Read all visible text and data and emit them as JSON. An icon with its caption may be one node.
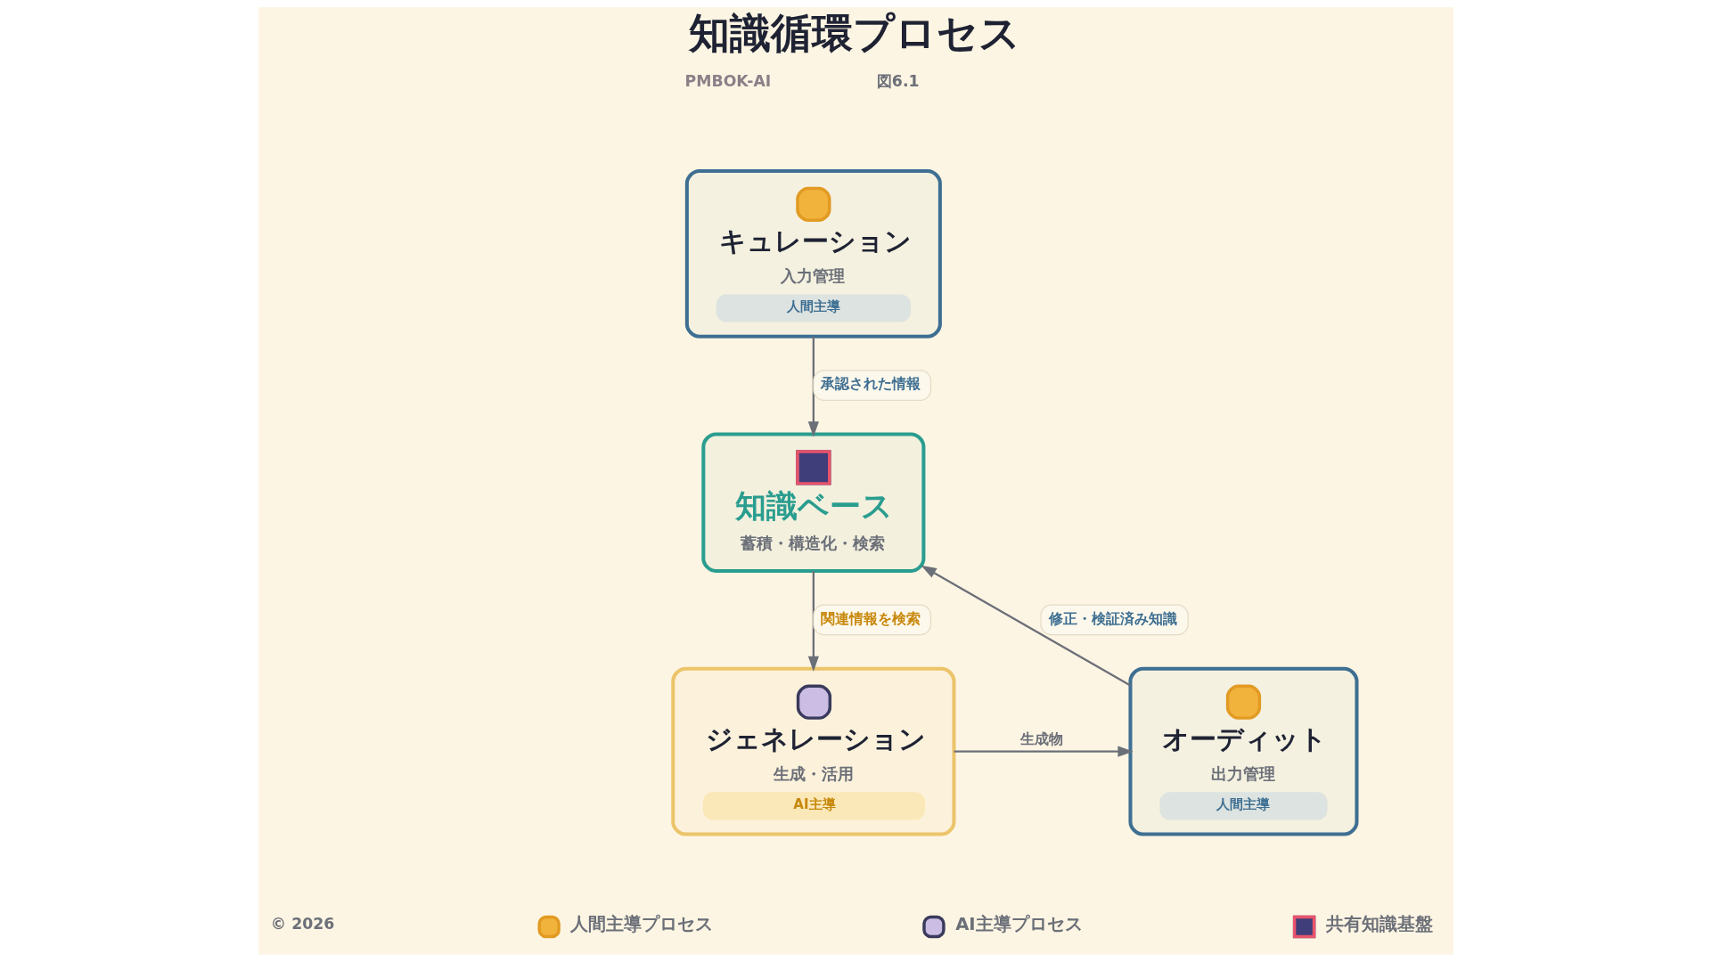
{
  "diagram": {
    "title": "知識循環プロセス",
    "nodes": [
      {
        "text": [
          "キュレーション",
          "入力管理",
          "人間主導"
        ]
      },
      {
        "text": [
          "知識ベース",
          "蓄積・構造化・検索"
        ]
      },
      {
        "text": [
          "ジェネレーション",
          "生成・活用",
          "AI主導"
        ]
      },
      {
        "text": [
          "オーディット",
          "出力管理",
          "人間主導"
        ]
      }
    ],
    "edges": [
      {
        "from": 0,
        "to": 1,
        "arrow": "to",
        "label": "承認された情報"
      },
      {
        "from": 1,
        "to": 2,
        "arrow": "to",
        "label": "関連情報を検索"
      },
      {
        "from": 2,
        "to": 3,
        "arrow": "to",
        "label": "生成物"
      },
      {
        "from": 3,
        "to": 1,
        "arrow": "to",
        "label": "修正・検証済み知識"
      }
    ],
    "labels": [
      "PMBOK-AI",
      "図6.1",
      "© 2026"
    ],
    "legend": [
      {
        "text": "人間主導プロセス"
      },
      {
        "text": "AI主導プロセス"
      },
      {
        "text": "共有知識基盤"
      }
    ]
  }
}
